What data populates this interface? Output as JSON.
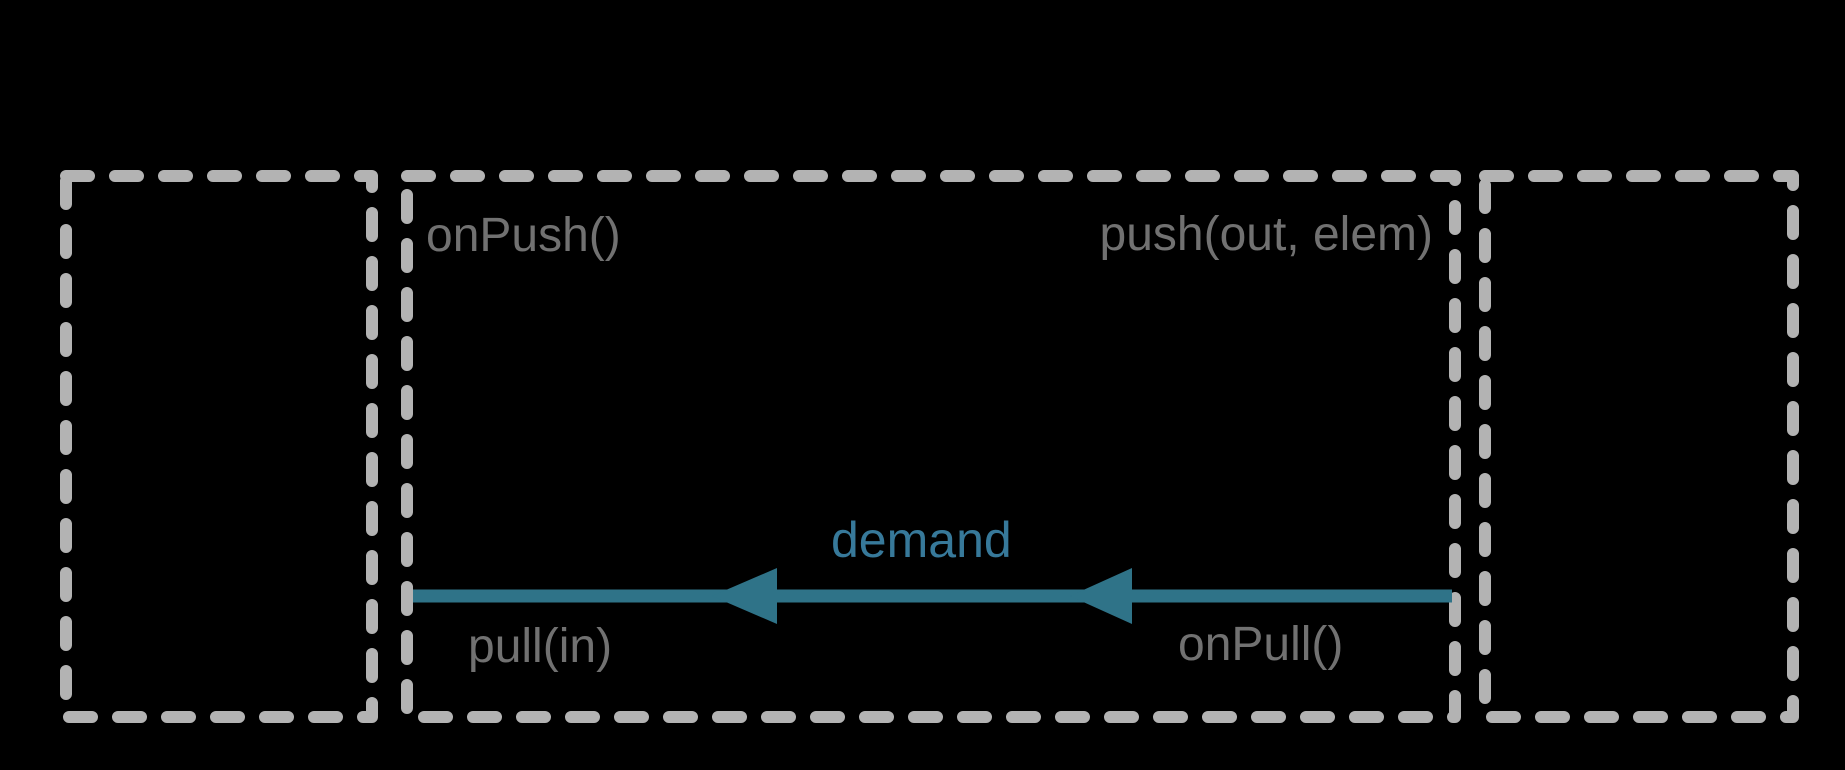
{
  "diagram": {
    "kind": "stream-stage-dashed-boxes",
    "stage_box": {
      "top_left_label": "onPush()",
      "top_right_label": "push(out, elem)",
      "bottom_left_label": "pull(in)",
      "bottom_right_label": "onPull()"
    },
    "demand_arrow": {
      "label": "demand",
      "direction": "left"
    },
    "colors": {
      "bg": "#000000",
      "dash": "#b3b3b3",
      "label": "#717171",
      "arrow": "#2f7388",
      "arrow-label": "#37799a"
    }
  }
}
